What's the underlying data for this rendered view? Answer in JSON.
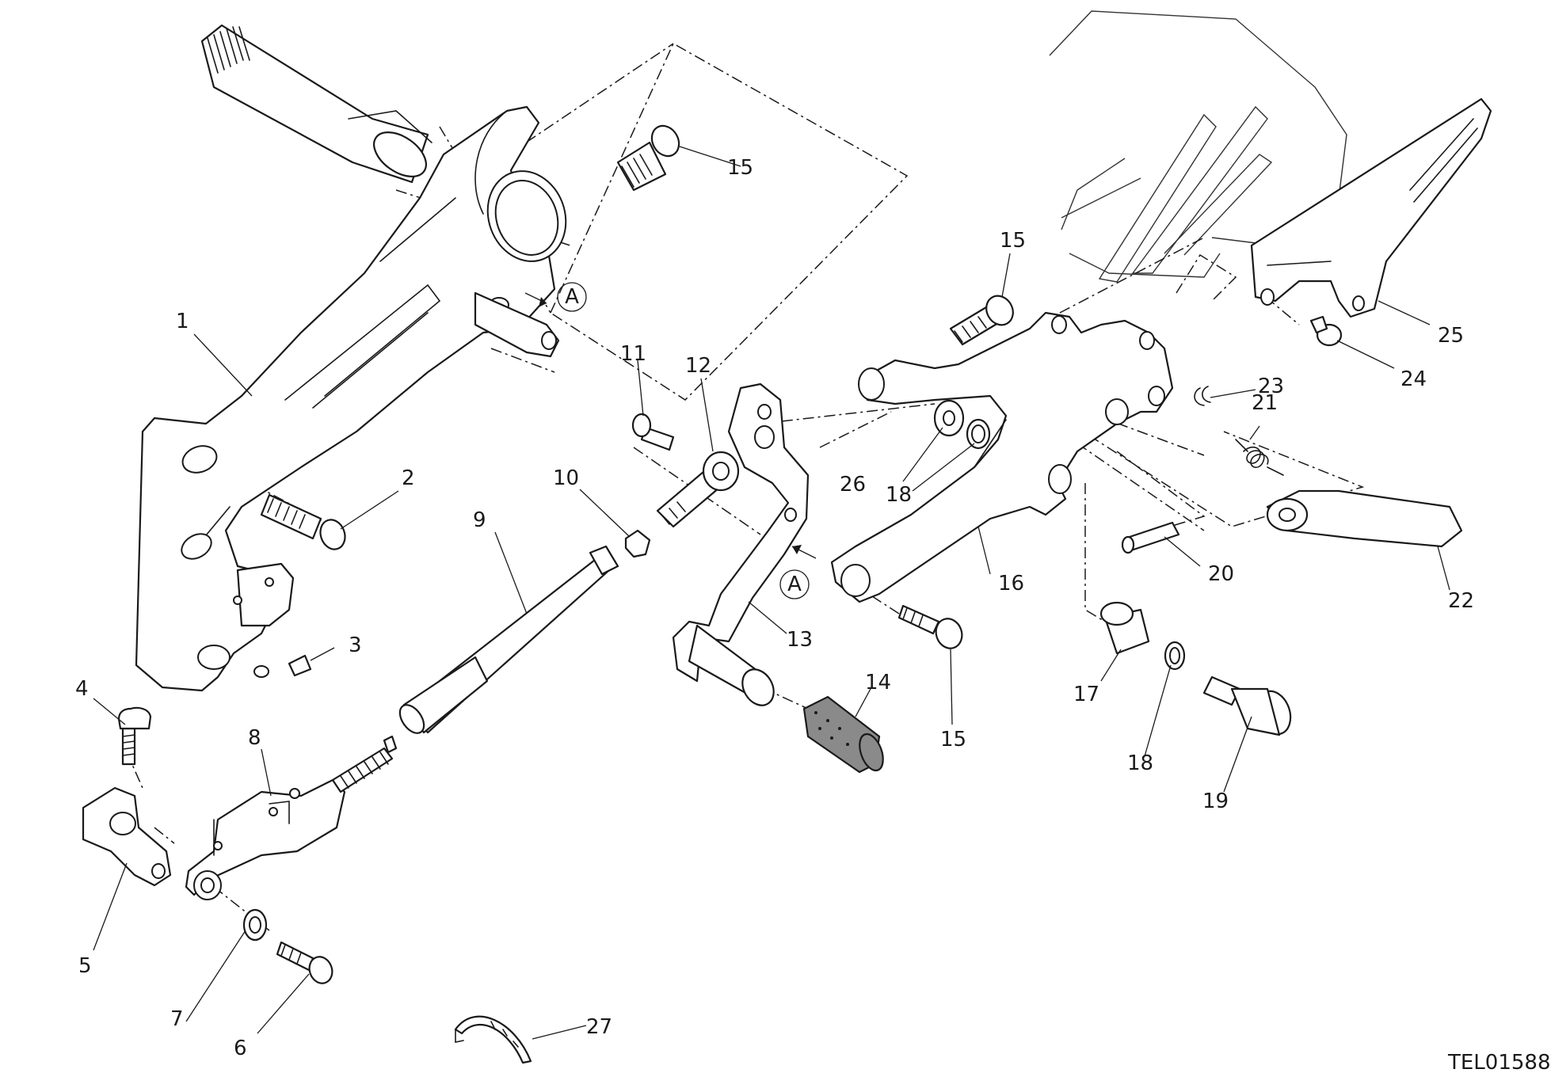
{
  "drawing_code": "TEL01588",
  "reference_marker": "A",
  "callouts": [
    {
      "id": "c1",
      "label": "1"
    },
    {
      "id": "c2",
      "label": "2"
    },
    {
      "id": "c3",
      "label": "3"
    },
    {
      "id": "c4",
      "label": "4"
    },
    {
      "id": "c5",
      "label": "5"
    },
    {
      "id": "c6",
      "label": "6"
    },
    {
      "id": "c7",
      "label": "7"
    },
    {
      "id": "c8",
      "label": "8"
    },
    {
      "id": "c9",
      "label": "9"
    },
    {
      "id": "c10",
      "label": "10"
    },
    {
      "id": "c11",
      "label": "11"
    },
    {
      "id": "c12",
      "label": "12"
    },
    {
      "id": "c13",
      "label": "13"
    },
    {
      "id": "c14",
      "label": "14"
    },
    {
      "id": "c15a",
      "label": "15"
    },
    {
      "id": "c15b",
      "label": "15"
    },
    {
      "id": "c15c",
      "label": "15"
    },
    {
      "id": "c16",
      "label": "16"
    },
    {
      "id": "c17",
      "label": "17"
    },
    {
      "id": "c18a",
      "label": "18"
    },
    {
      "id": "c18b",
      "label": "18"
    },
    {
      "id": "c19",
      "label": "19"
    },
    {
      "id": "c20",
      "label": "20"
    },
    {
      "id": "c21",
      "label": "21"
    },
    {
      "id": "c22",
      "label": "22"
    },
    {
      "id": "c23",
      "label": "23"
    },
    {
      "id": "c24",
      "label": "24"
    },
    {
      "id": "c25",
      "label": "25"
    },
    {
      "id": "c26",
      "label": "26"
    },
    {
      "id": "c27",
      "label": "27"
    }
  ]
}
